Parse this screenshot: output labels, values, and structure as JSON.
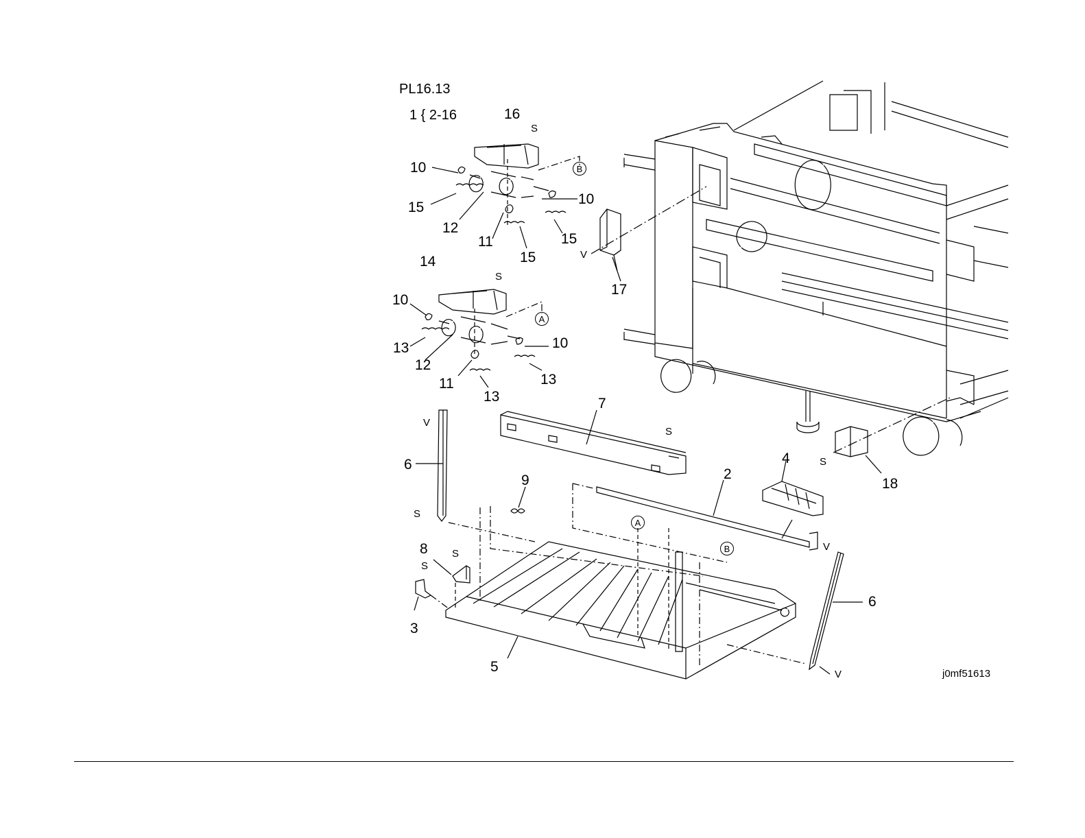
{
  "header": {
    "plate": "PL16.13",
    "group": "1 { 2-16"
  },
  "image_code": "j0mf51613",
  "callouts": [
    {
      "id": "c16",
      "text": "16"
    },
    {
      "id": "c10a",
      "text": "10"
    },
    {
      "id": "c10b",
      "text": "10"
    },
    {
      "id": "c15a",
      "text": "15"
    },
    {
      "id": "c12a",
      "text": "12"
    },
    {
      "id": "c11a",
      "text": "11"
    },
    {
      "id": "c15b",
      "text": "15"
    },
    {
      "id": "c15c",
      "text": "15"
    },
    {
      "id": "c17",
      "text": "17"
    },
    {
      "id": "c14",
      "text": "14"
    },
    {
      "id": "c10c",
      "text": "10"
    },
    {
      "id": "c10d",
      "text": "10"
    },
    {
      "id": "c13a",
      "text": "13"
    },
    {
      "id": "c12b",
      "text": "12"
    },
    {
      "id": "c11b",
      "text": "11"
    },
    {
      "id": "c13b",
      "text": "13"
    },
    {
      "id": "c13c",
      "text": "13"
    },
    {
      "id": "c7",
      "text": "7"
    },
    {
      "id": "c6a",
      "text": "6"
    },
    {
      "id": "c4",
      "text": "4"
    },
    {
      "id": "c2",
      "text": "2"
    },
    {
      "id": "c9",
      "text": "9"
    },
    {
      "id": "c18",
      "text": "18"
    },
    {
      "id": "c8",
      "text": "8"
    },
    {
      "id": "c3",
      "text": "3"
    },
    {
      "id": "c5",
      "text": "5"
    },
    {
      "id": "c6b",
      "text": "6"
    }
  ],
  "fastener_tags": [
    {
      "id": "s1",
      "text": "S"
    },
    {
      "id": "s2",
      "text": "S"
    },
    {
      "id": "v1",
      "text": "V"
    },
    {
      "id": "s3",
      "text": "S"
    },
    {
      "id": "v2",
      "text": "V"
    },
    {
      "id": "s4",
      "text": "S"
    },
    {
      "id": "s5",
      "text": "S"
    },
    {
      "id": "s6",
      "text": "S"
    },
    {
      "id": "s7",
      "text": "S"
    },
    {
      "id": "v3",
      "text": "V"
    },
    {
      "id": "v4",
      "text": "V"
    },
    {
      "id": "s8",
      "text": "S"
    }
  ],
  "reference_marks": [
    {
      "id": "refB1",
      "text": "B"
    },
    {
      "id": "refA1",
      "text": "A"
    },
    {
      "id": "refA2",
      "text": "A"
    },
    {
      "id": "refB2",
      "text": "B"
    }
  ]
}
